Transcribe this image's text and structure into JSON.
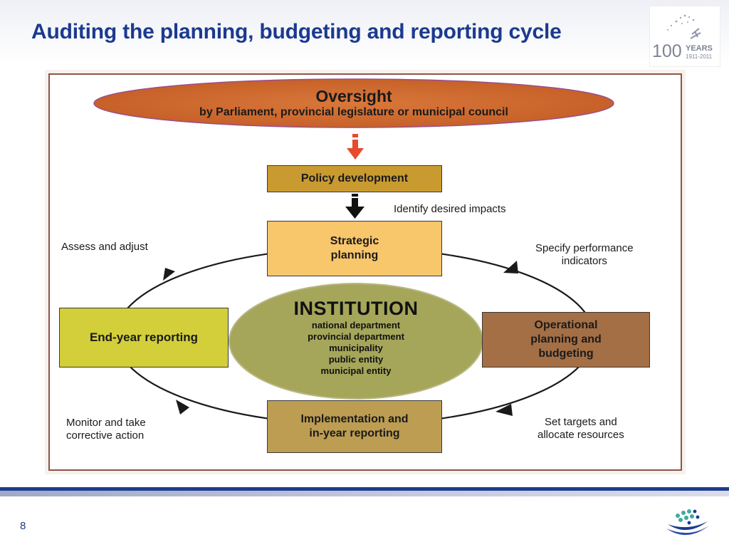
{
  "slide": {
    "title": "Auditing the planning, budgeting and reporting cycle",
    "page_number": "8"
  },
  "logo_100": {
    "number": "100",
    "word": "YEARS",
    "dates": "1911-2011"
  },
  "diagram": {
    "oversight": {
      "title": "Oversight",
      "subtitle": "by Parliament, provincial legislature or municipal council"
    },
    "policy_development": "Policy development",
    "identify_impacts": "Identify desired impacts",
    "strategic_planning": {
      "line1": "Strategic",
      "line2": "planning"
    },
    "assess_adjust": "Assess and adjust",
    "specify_performance": {
      "line1": "Specify performance",
      "line2": "indicators"
    },
    "institution": {
      "title": "INSTITUTION",
      "items": [
        "national department",
        "provincial department",
        "municipality",
        "public entity",
        "municipal entity"
      ]
    },
    "end_year_reporting": "End-year reporting",
    "operational": {
      "line1": "Operational",
      "line2": "planning and",
      "line3": "budgeting"
    },
    "monitor": {
      "line1": "Monitor and take",
      "line2": "corrective action"
    },
    "implementation": {
      "line1": "Implementation and",
      "line2": "in-year reporting"
    },
    "set_targets": {
      "line1": "Set targets and",
      "line2": "allocate resources"
    }
  },
  "colors": {
    "title_blue": "#1b3a8f",
    "oversight_fill": "#c8662d",
    "policy_fill": "#c99a30",
    "strategic_fill": "#f8c66b",
    "endyear_fill": "#d2cf3a",
    "operational_fill": "#a46f45",
    "implementation_fill": "#bd9d52",
    "institution_fill": "#a5a65a",
    "red_arrow": "#e84a2e"
  },
  "icons": {
    "header_logo": "100-years-logo",
    "footer_logo": "organisation-logo"
  }
}
